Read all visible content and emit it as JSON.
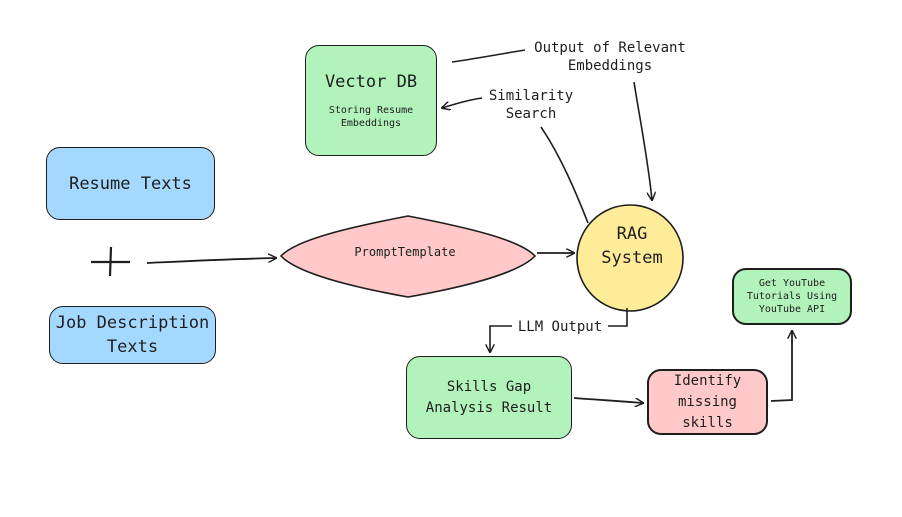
{
  "vector_db": {
    "title": "Vector DB",
    "subtitle": "Storing Resume\nEmbeddings"
  },
  "resume": {
    "label": "Resume Texts"
  },
  "job": {
    "label": "Job Description\nTexts"
  },
  "prompt": {
    "label": "PromptTemplate"
  },
  "rag": {
    "label": "RAG\nSystem"
  },
  "skills": {
    "label": "Skills Gap\nAnalysis Result"
  },
  "missing": {
    "label": "Identify\nmissing\nskills"
  },
  "youtube": {
    "label": "Get YouTube\nTutorials Using\nYouTube API"
  },
  "edges": {
    "output": "Output of Relevant\nEmbeddings",
    "similarity": "Similarity\nSearch",
    "llm": "LLM Output"
  },
  "colors": {
    "blue": "#a5d8ff",
    "green": "#b2f2bb",
    "pink": "#ffc9c9",
    "yellow": "#ffec99",
    "stroke": "#1e1e1e"
  }
}
